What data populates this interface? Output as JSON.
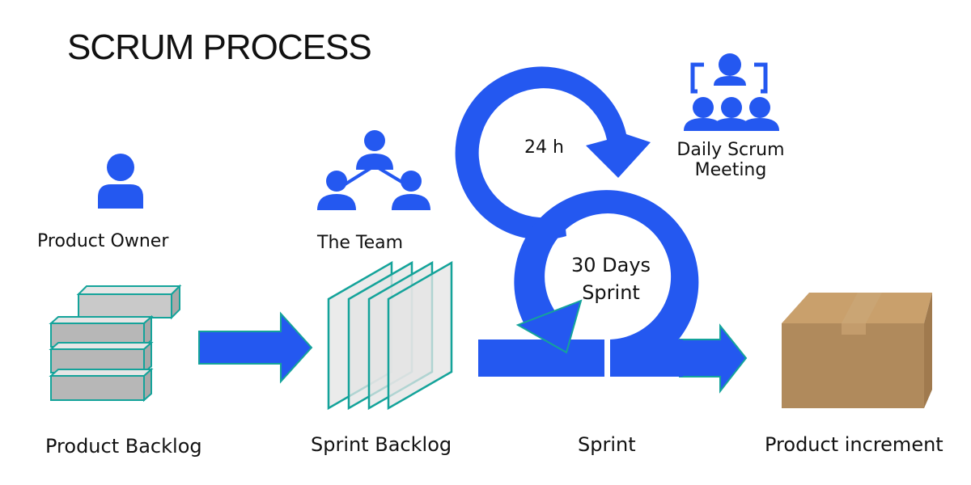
{
  "title": "SCRUM PROCESS",
  "roles": {
    "product_owner": "Product Owner",
    "team": "The Team"
  },
  "cycle": {
    "daily": "24 h",
    "meeting_line1": "Daily Scrum",
    "meeting_line2": "Meeting",
    "sprint_line1": "30 Days",
    "sprint_line2": "Sprint"
  },
  "stages": {
    "product_backlog": "Product Backlog",
    "sprint_backlog": "Sprint Backlog",
    "sprint": "Sprint",
    "product_increment": "Product increment"
  },
  "icons": [
    "person-icon",
    "team-hierarchy-icon",
    "meeting-group-icon",
    "backlog-stack-icon",
    "sprint-sheets-icon",
    "cardboard-box-icon"
  ],
  "colors": {
    "primary_blue": "#2458f0",
    "teal_outline": "#14a39a",
    "box_brown": "#b08a5c"
  }
}
